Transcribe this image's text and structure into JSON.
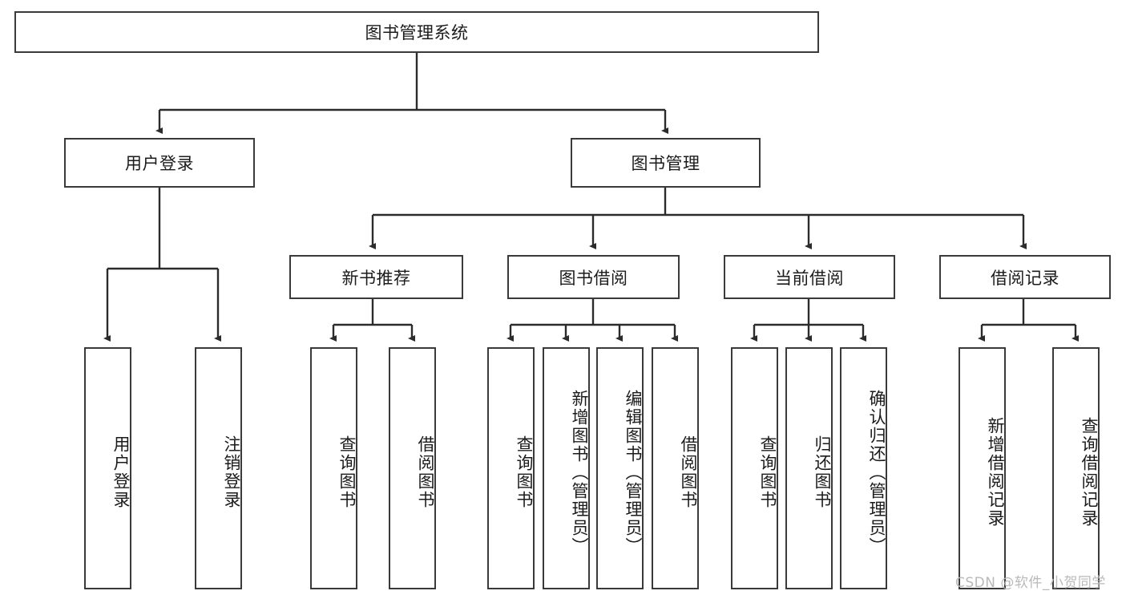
{
  "diagram": {
    "title": "图书管理系统",
    "type": "hierarchy-tree",
    "root": {
      "label": "图书管理系统"
    },
    "level2": [
      {
        "label": "用户登录"
      },
      {
        "label": "图书管理"
      }
    ],
    "level3": [
      {
        "label": "新书推荐"
      },
      {
        "label": "图书借阅"
      },
      {
        "label": "当前借阅"
      },
      {
        "label": "借阅记录"
      }
    ],
    "leaves": {
      "user_login": [
        {
          "label": "用户登录"
        },
        {
          "label": "注销登录"
        }
      ],
      "new_book_recommend": [
        {
          "label": "查询图书"
        },
        {
          "label": "借阅图书"
        }
      ],
      "book_borrow": [
        {
          "label": "查询图书"
        },
        {
          "label": "新增图书（管理员）"
        },
        {
          "label": "编辑图书（管理员）"
        },
        {
          "label": "借阅图书"
        }
      ],
      "current_borrow": [
        {
          "label": "查询图书"
        },
        {
          "label": "归还图书"
        },
        {
          "label": "确认归还（管理员）"
        }
      ],
      "borrow_record": [
        {
          "label": "新增借阅记录"
        },
        {
          "label": "查询借阅记录"
        }
      ]
    }
  },
  "watermark": {
    "text": "CSDN @软件_小贺同学"
  },
  "colors": {
    "background": "#ffffff",
    "border": "#3a3a3a",
    "text": "#1b1b1b",
    "connector": "#2b2b2b",
    "watermark": "#b9b9b9"
  }
}
